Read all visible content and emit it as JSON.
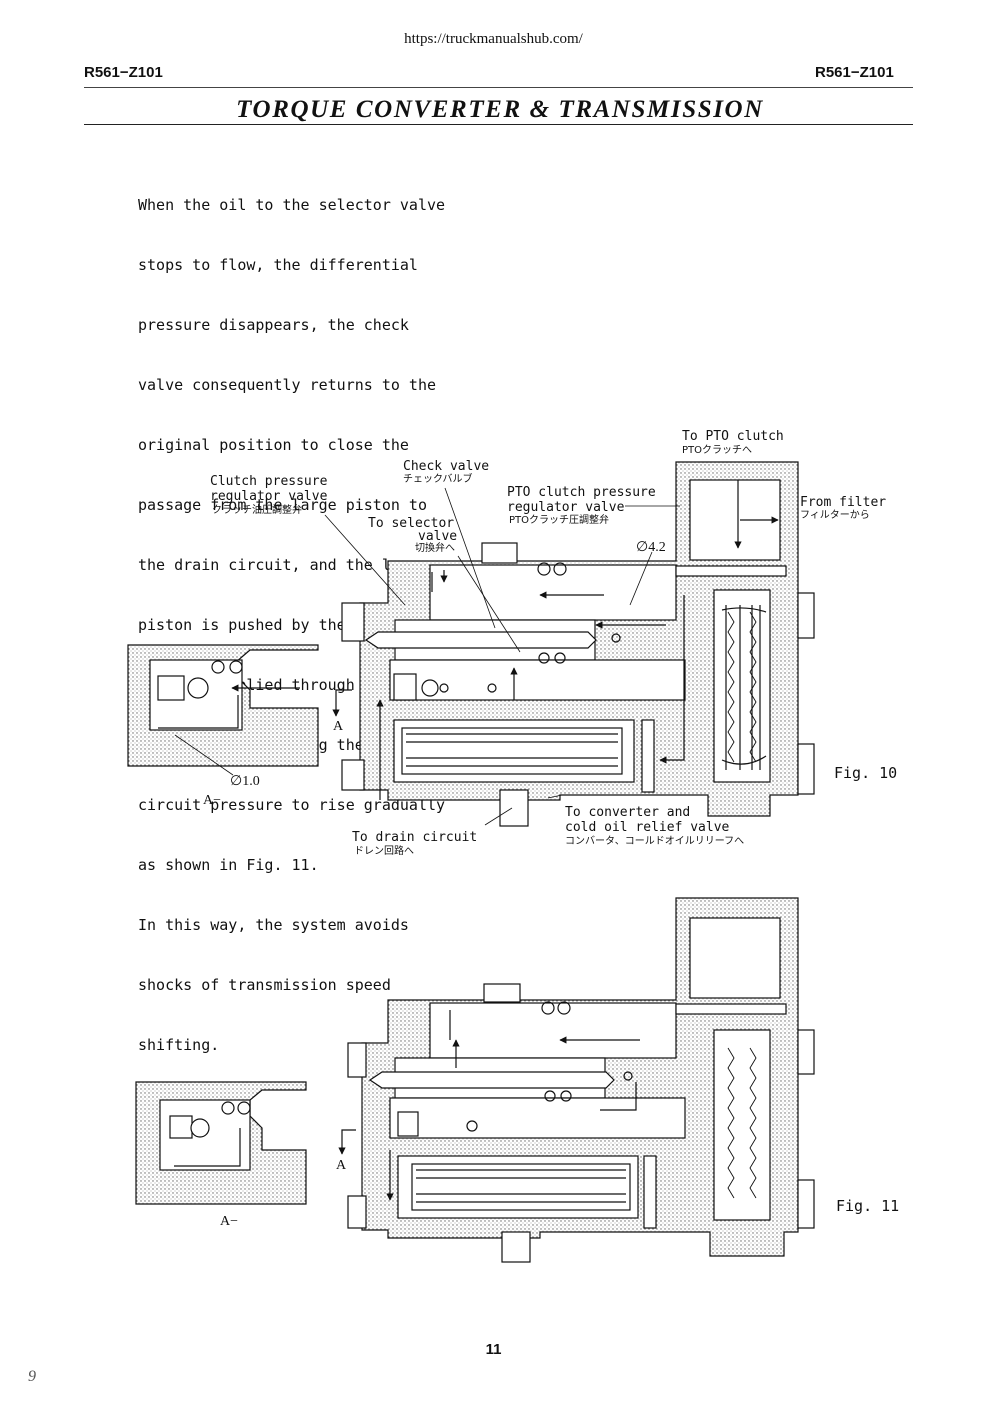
{
  "header": {
    "url": "https://truckmanualshub.com/",
    "code_left": "R561−Z101",
    "code_right": "R561−Z101",
    "title": "TORQUE CONVERTER & TRANSMISSION"
  },
  "body_lines": [
    "When the oil to the selector valve",
    "stops to flow, the differential",
    "pressure disappears, the check",
    "valve consequently returns to the",
    "original position to close the",
    "passage from the large piston to",
    "the drain circuit, and the large",
    "piston is pushed by the hydraulic",
    "pressure applied through the 1mm",
    "dia. orifice, causing the clutch",
    "circuit pressure to rise gradually",
    "as shown in Fig. 11.",
    "In this way, the system avoids",
    "shocks of transmission speed",
    "shifting."
  ],
  "fig10": {
    "caption": "Fig. 10",
    "labels": {
      "to_pto_clutch": "To PTO clutch",
      "to_pto_clutch_jp": "PTOクラッチへ",
      "check_valve": "Check valve",
      "check_valve_jp": "チェックバルブ",
      "clutch_reg_1": "Clutch pressure",
      "clutch_reg_2": "regulator valve",
      "clutch_reg_jp": "クラッチ油圧調整弁",
      "pto_reg_1": "PTO clutch pressure",
      "pto_reg_2": "regulator valve",
      "pto_reg_jp": "PTOクラッチ圧調整弁",
      "from_filter": "From filter",
      "from_filter_jp": "フィルターから",
      "to_selector_1": "To selector",
      "to_selector_2": "valve",
      "to_selector_jp": "切換弁へ",
      "dia_42": "∅4.2",
      "dia_10": "∅1.0",
      "section_a": "A",
      "section_view": "A−",
      "to_converter_1": "To converter and",
      "to_converter_2": "cold oil relief valve",
      "to_converter_jp": "コンバータ、コールドオイルリリーフへ",
      "to_drain": "To drain circuit",
      "to_drain_jp": "ドレン回路へ"
    }
  },
  "fig11": {
    "caption": "Fig. 11",
    "labels": {
      "section_a": "A",
      "section_view": "A−"
    }
  },
  "footer": {
    "page_number": "11",
    "handwritten": "9"
  }
}
